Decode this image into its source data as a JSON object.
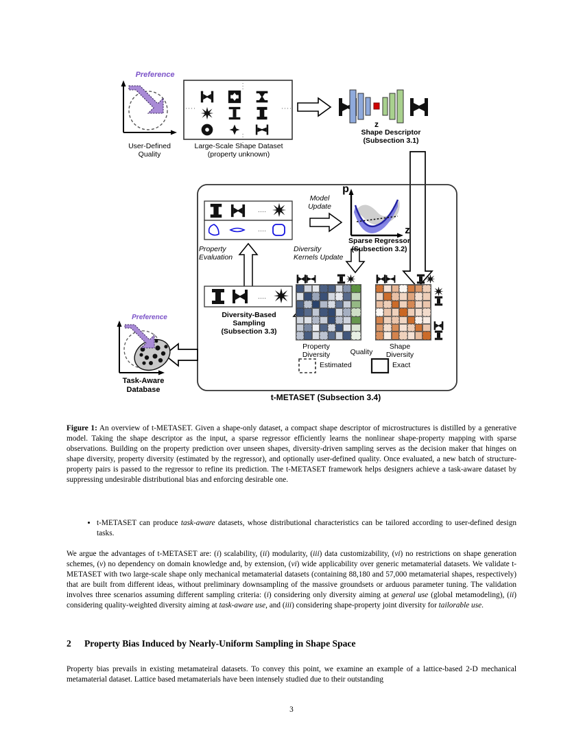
{
  "figure": {
    "labels": {
      "preference_top": "Preference",
      "user_defined_quality": "User-Defined\nQuality",
      "user_defined_quality_l1": "User-Defined",
      "user_defined_quality_l2": "Quality",
      "dataset_l1": "Large-Scale Shape Dataset",
      "dataset_l2": "(property unknown)",
      "shape_descriptor_l1": "Shape Descriptor",
      "shape_descriptor_l2": "(Subsection 3.1)",
      "latent_z": "z",
      "model_update_l1": "Model",
      "model_update_l2": "Update",
      "sparse_regressor_l1": "Sparse Regressor",
      "sparse_regressor_l2": "(Subsection 3.2)",
      "axis_p": "p",
      "axis_z": "z",
      "property_evaluation_l1": "Property",
      "property_evaluation_l2": "Evaluation",
      "diversity_kernels_l1": "Diversity",
      "diversity_kernels_l2": "Kernels Update",
      "diversity_sampling_l1": "Diversity-Based",
      "diversity_sampling_l2": "Sampling",
      "diversity_sampling_l3": "(Subsection 3.3)",
      "preference_bottom": "Preference",
      "task_aware_l1": "Task-Aware",
      "task_aware_l2": "Database",
      "property_diversity_l1": "Property",
      "property_diversity_l2": "Diversity",
      "quality": "Quality",
      "shape_diversity_l1": "Shape",
      "shape_diversity_l2": "Diversity",
      "legend_estimated": "Estimated",
      "legend_exact": "Exact",
      "framework_title": "t-METASET (Subsection 3.4)"
    },
    "colors": {
      "preference_arrow": "#A98BD6",
      "preference_text": "#7B52C8",
      "encoder_layer": "#8FAADC",
      "decoder_layer": "#A9D18E",
      "latent_marker": "#D00000",
      "regressor_curve": "#3A39C8",
      "regressor_band": "#7070E0",
      "regressor_shade": "#BFBFBF",
      "shape_outline_blue": "#1414E0",
      "heatmap_blue": "#1F3864",
      "heatmap_orange": "#C55A11",
      "heatmap_green": "#3F7D20"
    },
    "chart_data": {
      "type": "heatmap",
      "title": "Diversity Kernels",
      "panels": [
        {
          "name": "Property Diversity",
          "colormap": "Blues",
          "rows": 7,
          "cols": 7,
          "values": [
            [
              0.85,
              0.22,
              0.12,
              0.8,
              0.82,
              0.18,
              0.55
            ],
            [
              0.15,
              0.9,
              0.45,
              0.88,
              0.2,
              0.1,
              0.75
            ],
            [
              0.8,
              0.3,
              0.95,
              0.35,
              0.18,
              0.7,
              0.25
            ],
            [
              0.88,
              0.75,
              0.28,
              0.85,
              0.92,
              0.2,
              0.4
            ],
            [
              0.2,
              0.15,
              0.35,
              0.25,
              0.9,
              0.3,
              0.22
            ],
            [
              0.25,
              0.6,
              0.08,
              0.78,
              0.2,
              0.88,
              0.12
            ],
            [
              0.3,
              0.82,
              0.18,
              0.3,
              0.75,
              0.2,
              0.85
            ]
          ],
          "border_style": [
            "estimated",
            "exact"
          ]
        },
        {
          "name": "Quality",
          "colormap": "Greens",
          "rows": 7,
          "cols": 1,
          "values": [
            [
              0.85
            ],
            [
              0.3
            ],
            [
              0.55
            ],
            [
              0.25
            ],
            [
              0.8
            ],
            [
              0.2
            ],
            [
              0.12
            ]
          ],
          "border_style": [
            "estimated",
            "exact"
          ]
        },
        {
          "name": "Shape Diversity",
          "colormap": "Oranges",
          "rows": 7,
          "cols": 7,
          "values": [
            [
              0.85,
              0.18,
              0.45,
              0.05,
              0.8,
              0.62,
              0.3
            ],
            [
              0.22,
              0.88,
              0.38,
              0.25,
              0.55,
              0.2,
              0.3
            ],
            [
              0.4,
              0.3,
              0.9,
              0.28,
              0.72,
              0.25,
              0.35
            ],
            [
              0.05,
              0.35,
              0.28,
              0.92,
              0.3,
              0.2,
              0.22
            ],
            [
              0.75,
              0.28,
              0.35,
              0.25,
              0.88,
              0.08,
              0.12
            ],
            [
              0.62,
              0.2,
              0.7,
              0.18,
              0.3,
              0.85,
              0.35
            ],
            [
              0.68,
              0.12,
              0.75,
              0.28,
              0.18,
              0.4,
              0.9
            ]
          ],
          "border_style": [
            "estimated",
            "exact"
          ]
        }
      ]
    }
  },
  "caption": {
    "label": "Figure 1:",
    "text": "An overview of t-METASET. Given a shape-only dataset, a compact shape descriptor of microstructures is distilled by a generative model. Taking the shape descriptor as the input, a sparse regressor efficiently learns the nonlinear shape-property mapping with sparse observations. Building on the property prediction over unseen shapes, diversity-driven sampling serves as the decision maker that hinges on shape diversity, property diversity (estimated by the regressor), and optionally user-defined quality. Once evaluated, a new batch of structure-property pairs is passed to the regressor to refine its prediction. The t-METASET framework helps designers achieve a task-aware dataset by suppressing undesirable distributional bias and enforcing desirable one."
  },
  "bullets": [
    "t-METASET can produce task-aware datasets, whose distributional characteristics can be tailored according to user-defined design tasks."
  ],
  "paragraph1": "We argue the advantages of t-METASET are: (i) scalability, (ii) modularity, (iii) data customizability, (vi) no restrictions on shape generation schemes, (v) no dependency on domain knowledge and, by extension, (vi) wide applicability over generic metamaterial datasets. We validate t-METASET with two large-scale shape only mechanical metamaterial datasets (containing 88,180 and 57,000 metamaterial shapes, respectively) that are built from different ideas, without preliminary downsampling of the massive groundsets or arduous parameter tuning. The validation involves three scenarios assuming different sampling criteria: (i) considering only diversity aiming at general use (global metamodeling), (ii) considering quality-weighted diversity aiming at task-aware use, and (iii) considering shape-property joint diversity for tailorable use.",
  "section": {
    "number": "2",
    "title": "Property Bias Induced by Nearly-Uniform Sampling in Shape Space"
  },
  "paragraph2": "Property bias prevails in existing metamateiral datasets. To convey this point, we examine an example of a lattice-based 2-D mechanical metamaterial dataset. Lattice based metamaterials have been intensely studied due to their outstanding",
  "page_number": "3"
}
